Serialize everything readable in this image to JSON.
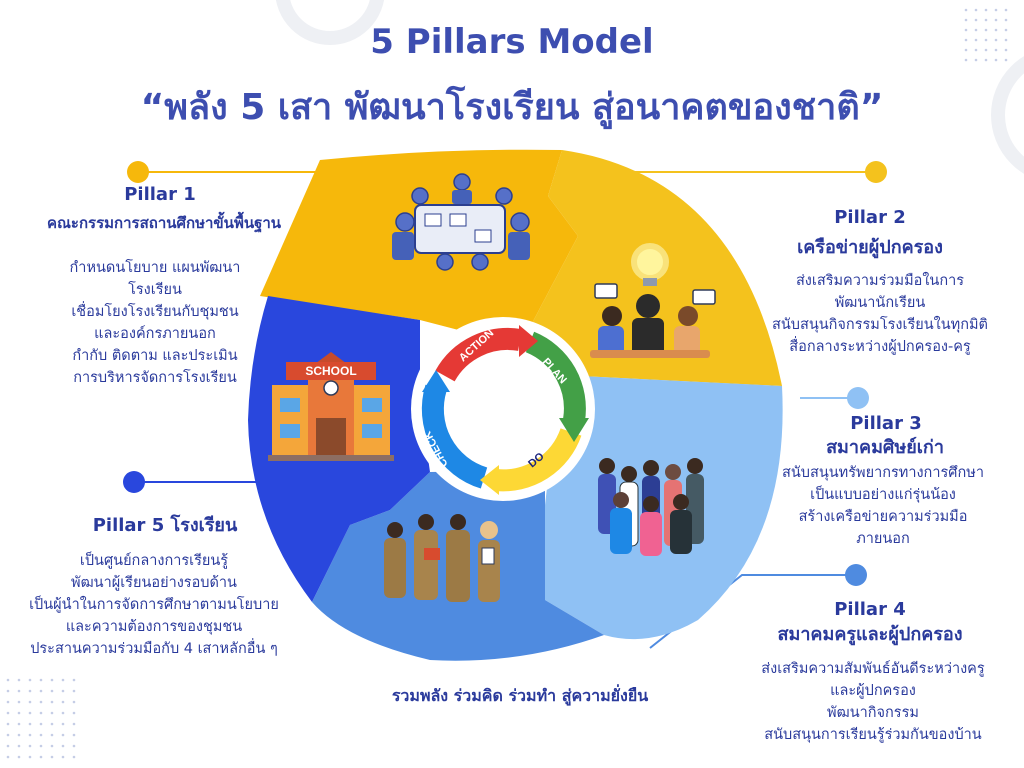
{
  "title": "5 Pillars Model",
  "subtitle": "“พลัง 5 เสา พัฒนาโรงเรียน สู่อนาคตของชาติ”",
  "cycle": [
    "ACTION",
    "PLAN",
    "DO",
    "CHECK"
  ],
  "school_sign": "SCHOOL",
  "pillars": [
    {
      "heading": "Pillar 1",
      "subheading": "คณะกรรมการสถานศึกษาขั้นพื้นฐาน",
      "lines": [
        "กำหนดนโยบาย แผนพัฒนา",
        "โรงเรียน",
        "เชื่อมโยงโรงเรียนกับชุมชน",
        "และองค์กรภายนอก",
        "กำกับ ติดตาม และประเมิน",
        "การบริหารจัดการโรงเรียน"
      ]
    },
    {
      "heading": "Pillar 2",
      "subheading": "เครือข่ายผู้ปกครอง",
      "lines": [
        "ส่งเสริมความร่วมมือในการ",
        "พัฒนานักเรียน",
        "สนับสนุนกิจกรรมโรงเรียนในทุกมิติ",
        "สื่อกลางระหว่างผู้ปกครอง-ครู"
      ]
    },
    {
      "heading": "Pillar 3",
      "subheading": "สมาคมศิษย์เก่า",
      "lines": [
        "สนับสนุนทรัพยากรทางการศึกษา",
        "เป็นแบบอย่างแก่รุ่นน้อง",
        "สร้างเครือข่ายความร่วมมือ",
        "ภายนอก"
      ]
    },
    {
      "heading": "Pillar 4",
      "subheading": "สมาคมครูและผู้ปกครอง",
      "lines": [
        "ส่งเสริมความสัมพันธ์อันดีระหว่างครู",
        "และผู้ปกครอง",
        "พัฒนากิจกรรม",
        "สนับสนุนการเรียนรู้ร่วมกันของบ้าน"
      ]
    },
    {
      "heading": "Pillar 5 โรงเรียน",
      "lines": [
        "เป็นศูนย์กลางการเรียนรู้",
        "พัฒนาผู้เรียนอย่างรอบด้าน",
        "เป็นผู้นำในการจัดการศึกษาตามนโยบาย",
        "และความต้องการของชุมชน",
        "ประสานความร่วมมือกับ 4 เสาหลักอื่น ๆ"
      ]
    }
  ],
  "tagline": "รวมพลัง ร่วมคิด ร่วมทำ สู่ความยั่งยืน",
  "colors": {
    "title": "#3d4eb0",
    "text": "#2a3a9c",
    "pillar1": "#f6b80b",
    "pillar2": "#f4c21d",
    "pillar3": "#8fc1f4",
    "pillar4": "#4f8be0",
    "pillar5": "#2947dd",
    "cycle_action": "#e53935",
    "cycle_plan": "#43a047",
    "cycle_do": "#fdd835",
    "cycle_check": "#1e88e5"
  }
}
